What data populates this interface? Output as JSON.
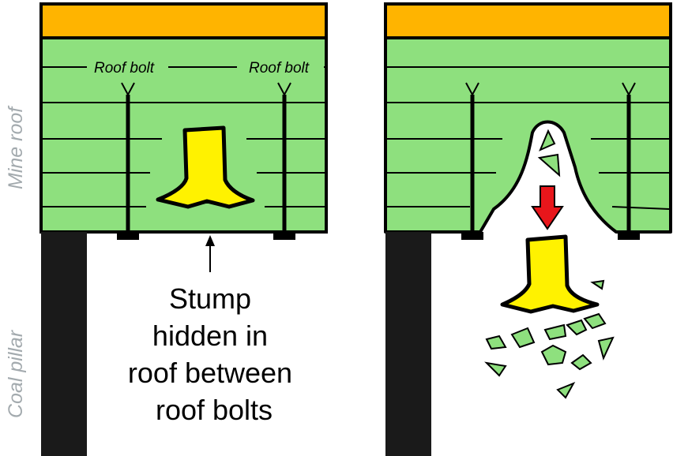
{
  "labels": {
    "mine_roof": "Mine roof",
    "coal_pillar": "Coal pillar",
    "roof_bolt_left": "Roof bolt",
    "roof_bolt_right": "Roof bolt",
    "caption": [
      "Stump",
      "hidden in",
      "roof between",
      "roof bolts"
    ]
  },
  "colors": {
    "overburden": "#ffb400",
    "roof_rock": "#8ee07e",
    "stump": "#fff200",
    "pillar": "#1a1a1a",
    "arrow": "#e8161b",
    "side_label": "#a3aaae"
  }
}
